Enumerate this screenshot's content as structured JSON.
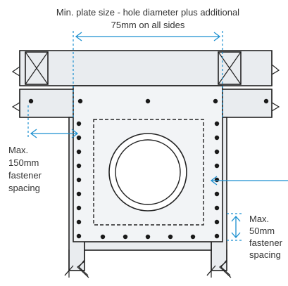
{
  "annotations": {
    "plate_size_line1": "Min. plate size - hole diameter plus additional",
    "plate_size_line2": "75mm on all sides",
    "max150_line1": "Max.",
    "max150_line2": "150mm",
    "max150_line3": "fastener",
    "max150_line4": "spacing",
    "max50_line1": "Max.",
    "max50_line2": "50mm",
    "max50_line3": "fastener",
    "max50_line4": "spacing"
  },
  "colors": {
    "timber_fill": "#e9ecef",
    "outline": "#222222",
    "dimension": "#1a8fd0",
    "fastener": "#1a1a1a",
    "text": "#333333"
  }
}
